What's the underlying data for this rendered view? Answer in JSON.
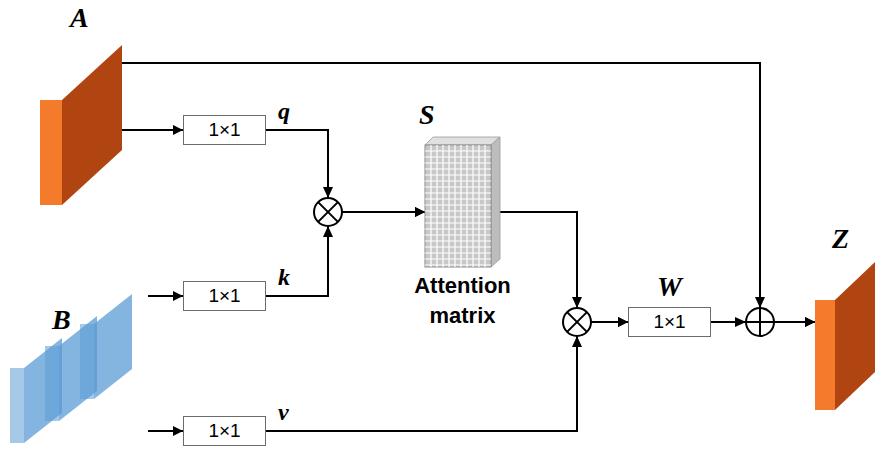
{
  "diagram": {
    "nodes": [
      {
        "text": [
          "A"
        ]
      },
      {
        "text": [
          "1×1"
        ]
      },
      {
        "text": [
          "S",
          "Attention matrix"
        ]
      },
      {
        "text": [
          "B"
        ]
      },
      {
        "text": [
          "1×1"
        ]
      },
      {
        "text": [
          "1×1"
        ]
      },
      {
        "text": [
          "W",
          "1×1"
        ]
      },
      {
        "text": [
          "Z"
        ]
      }
    ],
    "edges": [
      {
        "from": 0,
        "to": 1,
        "arrow": "to"
      },
      {
        "from": 1,
        "to": 2,
        "arrow": "to",
        "label": "q"
      },
      {
        "from": 3,
        "to": 4,
        "arrow": "to"
      },
      {
        "from": 3,
        "to": 5,
        "arrow": "to"
      },
      {
        "from": 4,
        "to": 2,
        "arrow": "to",
        "label": "k"
      },
      {
        "from": 2,
        "to": 6,
        "arrow": "to"
      },
      {
        "from": 5,
        "to": 6,
        "arrow": "to",
        "label": "v"
      },
      {
        "from": 6,
        "to": 7,
        "arrow": "to"
      },
      {
        "from": 0,
        "to": 7,
        "arrow": "to"
      }
    ]
  }
}
